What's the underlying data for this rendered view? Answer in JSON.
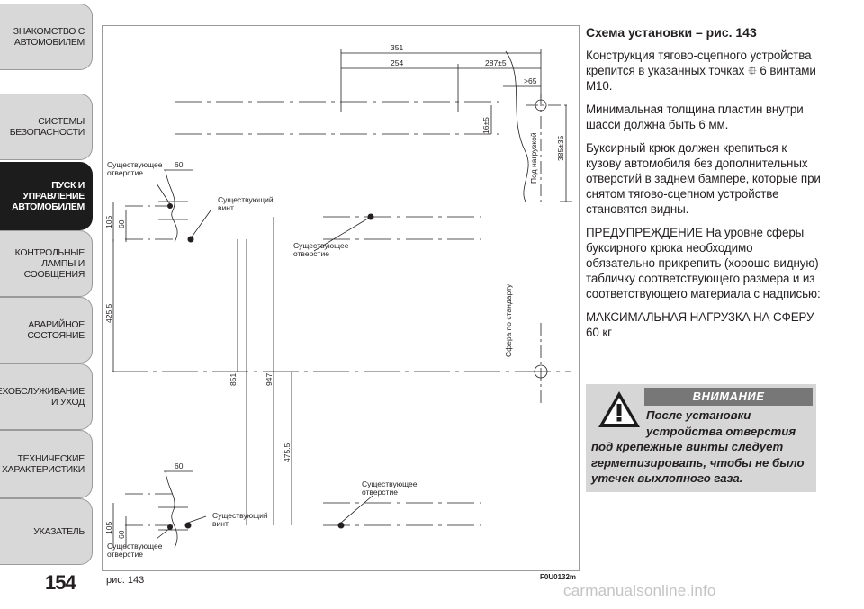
{
  "sidebar": {
    "tabs": [
      {
        "label": "ЗНАКОМСТВО С\nАВТОМОБИЛЕМ"
      },
      {
        "label": "СИСТЕМЫ\nБЕЗОПАСНОСТИ"
      },
      {
        "label": "ПУСК И\nУПРАВЛЕНИЕ\nАВТОМОБИЛЕМ"
      },
      {
        "label": "КОНТРОЛЬНЫЕ\nЛАМПЫ И\nСООБЩЕНИЯ"
      },
      {
        "label": "АВАРИЙНОЕ\nСОСТОЯНИЕ"
      },
      {
        "label": "ТЕХОБСЛУЖИВАНИЕ\nИ УХОД"
      },
      {
        "label": "ТЕХНИЧЕСКИЕ\nХАРАКТЕРИСТИКИ"
      },
      {
        "label": "УКАЗАТЕЛЬ"
      }
    ],
    "active_index": 2
  },
  "page": {
    "number": "154"
  },
  "figure": {
    "caption": "рис. 143",
    "code": "F0U0132m",
    "dims": {
      "d351": "351",
      "d254": "254",
      "d287": "287±5",
      "d65": ">65",
      "d16": "16±5",
      "d385": "385±35",
      "d60_top": "60",
      "d105_top": "105",
      "d60v_top": "60",
      "d4255": "425.5",
      "d851": "851",
      "d947": "947",
      "d4755": "475.5",
      "d60_bot": "60",
      "d105_bot": "105",
      "d60v_bot": "60"
    },
    "labels": {
      "hole_top": "Существующее\nотверстие",
      "screw_top": "Существующий\nвинт",
      "hole_mid": "Существующее\nотверстие",
      "load": "Под нагрузкой",
      "sphere": "Сфера по стандарту",
      "hole_low": "Существующее\nотверстие",
      "screw_bot": "Существующий\nвинт",
      "hole_bot": "Существующее\nотверстие"
    }
  },
  "text": {
    "heading": "Схема установки – рис. 143",
    "p1": "Конструкция тягово-сцепного устройства крепится в указанных точках ⯐ 6 винтами М10.",
    "p2": "Минимальная толщина пластин внутри шасси должна быть 6 мм.",
    "p3": "Буксирный крюк должен крепиться к кузову автомобиля без дополнительных отверстий в заднем бампере, которые при снятом тягово-сцепном устройстве становятся видны.",
    "p4": "ПРЕДУПРЕЖДЕНИЕ На уровне сферы буксирного крюка необходимо обязательно прикрепить (хорошо видную) табличку соответствующего размера и из соответствующего материала с надписью:",
    "p5": "МАКСИМАЛЬНАЯ НАГРУЗКА НА СФЕРУ 60 кг"
  },
  "warning": {
    "title": "ВНИМАНИЕ",
    "line1": "После установки",
    "line2": "устройства отверстия",
    "rest": "под крепежные винты следует герметизировать, чтобы не было утечек выхлопного газа."
  },
  "watermark": "carmanualsonline.info"
}
